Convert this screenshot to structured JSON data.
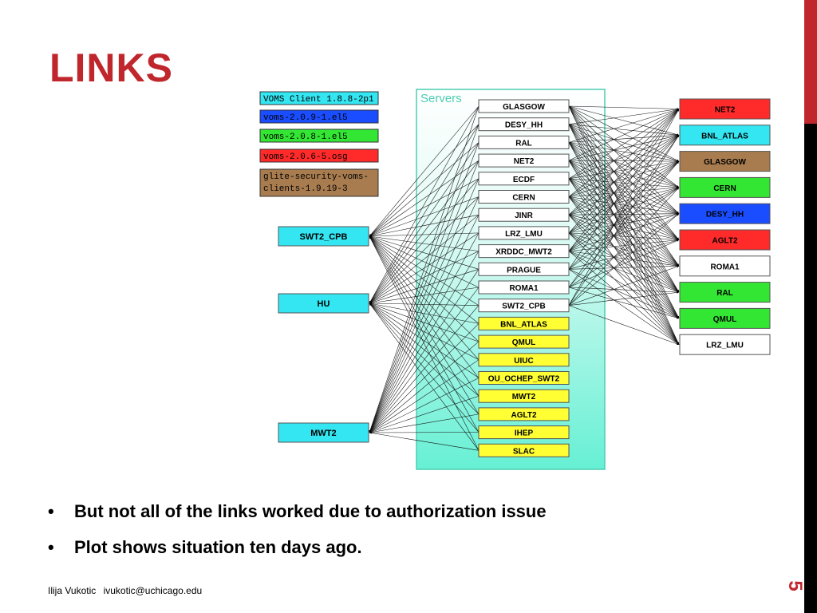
{
  "slide": {
    "title": "LINKS",
    "number": "5",
    "colors": {
      "accent": "#c0272d",
      "sidebar_dark": "#000000"
    }
  },
  "diagram": {
    "servers_label": "Servers",
    "legend": [
      {
        "text": "VOMS Client 1.8.8-2p1",
        "color": "#33e6f2"
      },
      {
        "text": "voms-2.0.9-1.el5",
        "color": "#1a4dff"
      },
      {
        "text": "voms-2.0.8-1.el5",
        "color": "#33e633"
      },
      {
        "text": "voms-2.0.6-5.osg",
        "color": "#ff2b2b"
      },
      {
        "text": "glite-security-voms-clients-1.9.19-3",
        "lines": [
          "glite-security-voms-",
          "clients-1.9.19-3"
        ],
        "color": "#a87c4f"
      }
    ],
    "clients": [
      {
        "label": "SWT2_CPB",
        "color": "#33e6f2"
      },
      {
        "label": "HU",
        "color": "#33e6f2"
      },
      {
        "label": "MWT2",
        "color": "#33e6f2"
      }
    ],
    "servers": [
      {
        "label": "GLASGOW",
        "color": "#ffffff"
      },
      {
        "label": "DESY_HH",
        "color": "#ffffff"
      },
      {
        "label": "RAL",
        "color": "#ffffff"
      },
      {
        "label": "NET2",
        "color": "#ffffff"
      },
      {
        "label": "ECDF",
        "color": "#ffffff"
      },
      {
        "label": "CERN",
        "color": "#ffffff"
      },
      {
        "label": "JINR",
        "color": "#ffffff"
      },
      {
        "label": "LRZ_LMU",
        "color": "#ffffff"
      },
      {
        "label": "XRDDC_MWT2",
        "color": "#ffffff"
      },
      {
        "label": "PRAGUE",
        "color": "#ffffff"
      },
      {
        "label": "ROMA1",
        "color": "#ffffff"
      },
      {
        "label": "SWT2_CPB",
        "color": "#ffffff"
      },
      {
        "label": "BNL_ATLAS",
        "color": "#ffff33"
      },
      {
        "label": "QMUL",
        "color": "#ffff33"
      },
      {
        "label": "UIUC",
        "color": "#ffff33"
      },
      {
        "label": "OU_OCHEP_SWT2",
        "color": "#ffff33"
      },
      {
        "label": "MWT2",
        "color": "#ffff33"
      },
      {
        "label": "AGLT2",
        "color": "#ffff33"
      },
      {
        "label": "IHEP",
        "color": "#ffff33"
      },
      {
        "label": "SLAC",
        "color": "#ffff33"
      }
    ],
    "destinations": [
      {
        "label": "NET2",
        "color": "#ff2b2b"
      },
      {
        "label": "BNL_ATLAS",
        "color": "#33e6f2"
      },
      {
        "label": "GLASGOW",
        "color": "#a87c4f"
      },
      {
        "label": "CERN",
        "color": "#33e633"
      },
      {
        "label": "DESY_HH",
        "color": "#1a4dff"
      },
      {
        "label": "AGLT2",
        "color": "#ff2b2b"
      },
      {
        "label": "ROMA1",
        "color": "#ffffff"
      },
      {
        "label": "RAL",
        "color": "#33e633"
      },
      {
        "label": "QMUL",
        "color": "#33e633"
      },
      {
        "label": "LRZ_LMU",
        "color": "#ffffff"
      }
    ]
  },
  "bullets": [
    "But not all of the links worked due to authorization issue",
    "Plot shows situation ten days ago."
  ],
  "footer": {
    "author": "Ilija Vukotic",
    "email": "ivukotic@uchicago.edu"
  }
}
